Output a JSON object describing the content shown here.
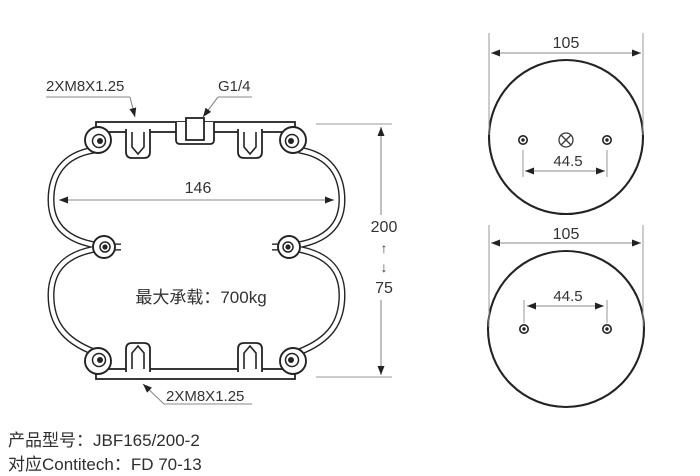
{
  "drawing": {
    "labels": {
      "top_bolts": "2XM8X1.25",
      "air_port": "G1/4",
      "bottom_bolts": "2XM8X1.25",
      "max_load": "最大承载：700kg"
    },
    "dimensions": {
      "bellows_width": "146",
      "height_max": "200",
      "height_min": "75",
      "extend_arrow": "↑",
      "compress_arrow": "↓",
      "top_plate_diameter": "105",
      "top_bolt_spacing": "44.5",
      "bottom_plate_diameter": "105",
      "bottom_bolt_spacing": "44.5"
    },
    "footer": {
      "model_line": "产品型号：JBF165/200-2",
      "reference_line": "对应Contitech：FD 70-13"
    },
    "colors": {
      "line": "#232323",
      "dimension_line": "#8a8a8a",
      "text": "#333333"
    }
  }
}
